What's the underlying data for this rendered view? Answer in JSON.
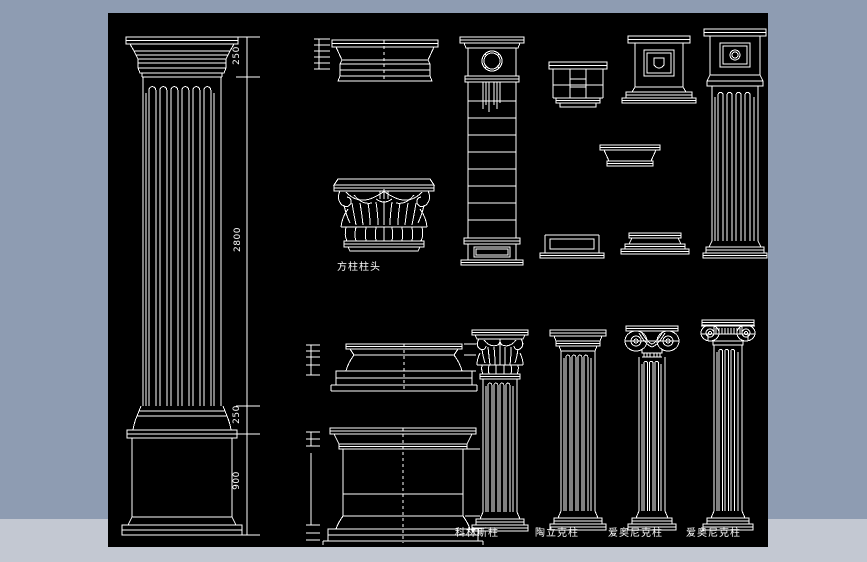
{
  "app": {
    "kind": "cad-drawing-viewer",
    "background_color": "#8e9cb2",
    "footer_band_color": "#c3c8d2",
    "canvas_color": "#000000",
    "line_color": "#ffffff",
    "drawing_title": "Classical Column Orders - CAD Detail Sheet"
  },
  "dimensions": {
    "capital_height": "250",
    "shaft_height": "2800",
    "base_moulding_height": "250",
    "pedestal_height": "900"
  },
  "labels": {
    "square_capital": "方柱柱头",
    "corinthian": "科林斯柱",
    "doric": "陶立克柱",
    "ionic_a": "爱奥尼克柱",
    "ionic_b": "爱奥尼克柱"
  },
  "drawings": [
    {
      "id": "main-column-elevation",
      "name": "Main fluted square column full elevation with pedestal"
    },
    {
      "id": "cornice-profile-top",
      "name": "Cornice / entablature profile detail"
    },
    {
      "id": "corinthian-capital-detail",
      "name": "Ornate Corinthian square column capital"
    },
    {
      "id": "rusticated-pilaster",
      "name": "Rusticated pilaster with wreath medallion"
    },
    {
      "id": "block-capital-detail",
      "name": "Blocked capital detail"
    },
    {
      "id": "panelled-pedestal-detail",
      "name": "Panelled pedestal with shield cartouche"
    },
    {
      "id": "fluted-pilaster-tall",
      "name": "Tall fluted pilaster with panelled capital"
    },
    {
      "id": "small-cornice-profile",
      "name": "Small cornice profile"
    },
    {
      "id": "plinth-profile-a",
      "name": "Plinth moulding profile A"
    },
    {
      "id": "plinth-profile-b",
      "name": "Plinth moulding profile B"
    },
    {
      "id": "base-profile-section",
      "name": "Column base moulding section"
    },
    {
      "id": "pedestal-elevation",
      "name": "Pedestal elevation with cap and plinth"
    },
    {
      "id": "corinthian-column",
      "name": "Corinthian order column"
    },
    {
      "id": "doric-column",
      "name": "Doric order column"
    },
    {
      "id": "ionic-column-a",
      "name": "Ionic order column variant A"
    },
    {
      "id": "ionic-column-b",
      "name": "Ionic order column variant B"
    }
  ]
}
